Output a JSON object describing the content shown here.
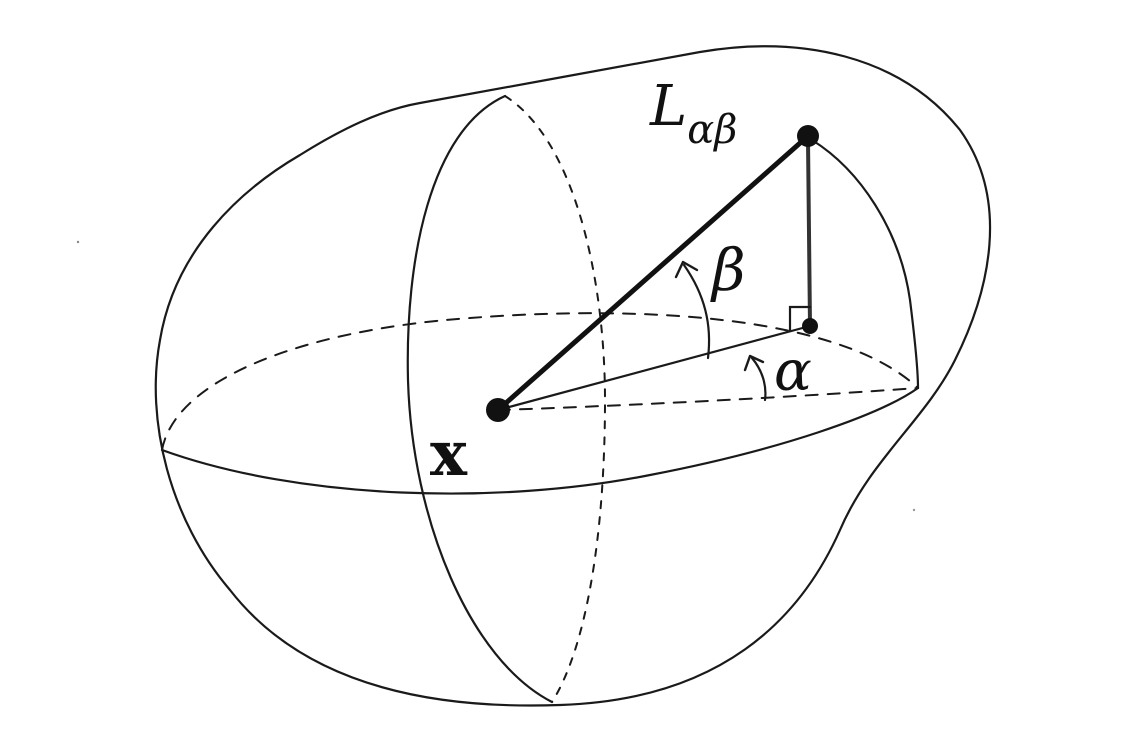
{
  "labels": {
    "point_x": "x",
    "endpoint": "L",
    "endpoint_subscript": "αβ",
    "elevation_angle": "β",
    "azimuth_angle": "α"
  }
}
